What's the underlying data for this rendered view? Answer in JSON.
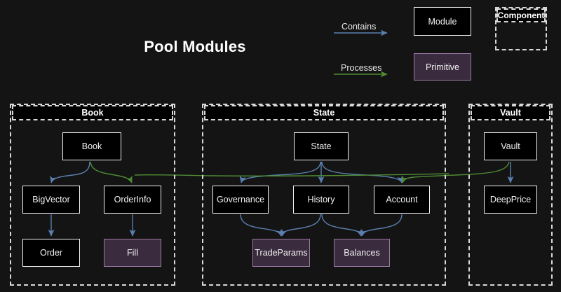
{
  "title": "Pool Modules",
  "colors": {
    "background": "#141414",
    "node_fill": "#000000",
    "node_stroke": "#f2f2f2",
    "primitive_fill": "#3b2b3e",
    "primitive_stroke": "#9a7aa2",
    "group_stroke": "#d8d8d8",
    "contains_edge": "#5a7fae",
    "processes_edge": "#3f7a2e",
    "text": "#f2f2f2"
  },
  "legend": {
    "contains_label": "Contains",
    "processes_label": "Processes",
    "module_label": "Module",
    "primitive_label": "Primitive",
    "component_label": "Component"
  },
  "groups": [
    {
      "id": "book",
      "label": "Book"
    },
    {
      "id": "state",
      "label": "State"
    },
    {
      "id": "vault",
      "label": "Vault"
    }
  ],
  "nodes": [
    {
      "id": "book",
      "label": "Book",
      "type": "module",
      "group": "book"
    },
    {
      "id": "bigvector",
      "label": "BigVector",
      "type": "module",
      "group": "book"
    },
    {
      "id": "orderinfo",
      "label": "OrderInfo",
      "type": "module",
      "group": "book"
    },
    {
      "id": "order",
      "label": "Order",
      "type": "module",
      "group": "book"
    },
    {
      "id": "fill",
      "label": "Fill",
      "type": "primitive",
      "group": "book"
    },
    {
      "id": "state",
      "label": "State",
      "type": "module",
      "group": "state"
    },
    {
      "id": "governance",
      "label": "Governance",
      "type": "module",
      "group": "state"
    },
    {
      "id": "history",
      "label": "History",
      "type": "module",
      "group": "state"
    },
    {
      "id": "account",
      "label": "Account",
      "type": "module",
      "group": "state"
    },
    {
      "id": "tradeparams",
      "label": "TradeParams",
      "type": "primitive",
      "group": "state"
    },
    {
      "id": "balances",
      "label": "Balances",
      "type": "primitive",
      "group": "state"
    },
    {
      "id": "vault",
      "label": "Vault",
      "type": "module",
      "group": "vault"
    },
    {
      "id": "deepprice",
      "label": "DeepPrice",
      "type": "module",
      "group": "vault"
    }
  ],
  "edges": [
    {
      "from": "book",
      "to": "bigvector",
      "kind": "contains"
    },
    {
      "from": "bigvector",
      "to": "order",
      "kind": "contains"
    },
    {
      "from": "orderinfo",
      "to": "fill",
      "kind": "contains"
    },
    {
      "from": "state",
      "to": "governance",
      "kind": "contains"
    },
    {
      "from": "state",
      "to": "history",
      "kind": "contains"
    },
    {
      "from": "state",
      "to": "account",
      "kind": "contains"
    },
    {
      "from": "governance",
      "to": "tradeparams",
      "kind": "contains"
    },
    {
      "from": "history",
      "to": "tradeparams",
      "kind": "contains"
    },
    {
      "from": "history",
      "to": "balances",
      "kind": "contains"
    },
    {
      "from": "account",
      "to": "balances",
      "kind": "contains"
    },
    {
      "from": "vault",
      "to": "deepprice",
      "kind": "contains"
    },
    {
      "from": "book",
      "to": "orderinfo",
      "kind": "processes"
    },
    {
      "from": "vault",
      "to": "account",
      "kind": "processes"
    }
  ]
}
